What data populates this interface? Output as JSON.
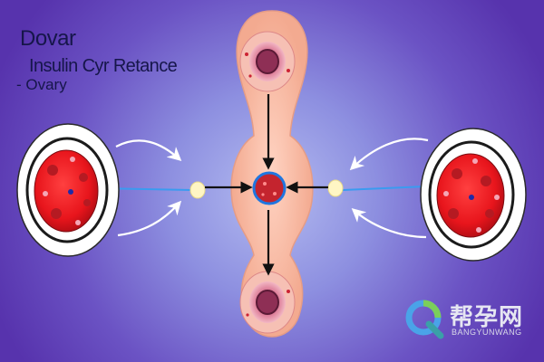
{
  "texts": {
    "title": "Dovar",
    "subtitle": "Insulin Cyr Retance",
    "bullet": "- Ovary"
  },
  "watermark": {
    "cn_text": "帮孕网",
    "en_text": "BANGYUNWANG"
  },
  "colors": {
    "background_center": "#aeb5ee",
    "background_edge": "#5b3ab5",
    "uterus_body": "#f3aa90",
    "ovary_red": "#e8151c",
    "follicle_pink": "#f1a3b4",
    "arrow_white": "#ffffff",
    "arrow_black": "#111111",
    "axis_line": "#3a9bf0",
    "center_ring": "#1f76e0"
  },
  "icons": [
    "watermark-q-logo-icon"
  ]
}
